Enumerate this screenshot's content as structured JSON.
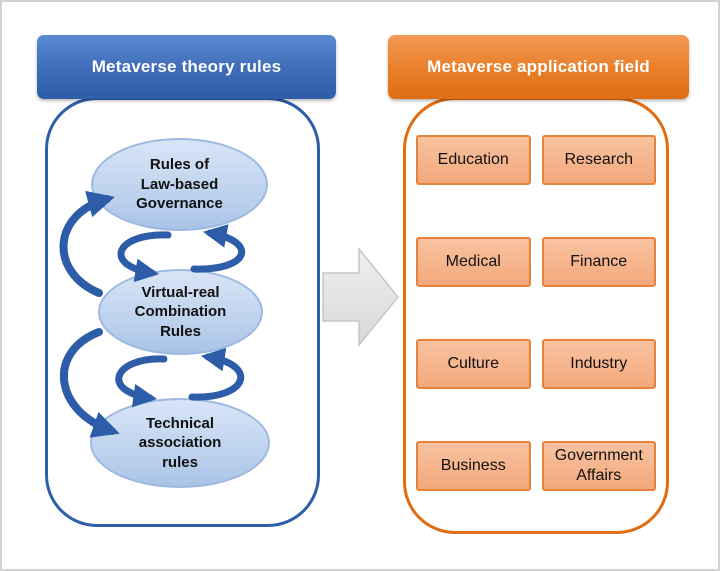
{
  "left": {
    "title": "Metaverse theory rules",
    "nodes": [
      {
        "label": "Rules of\nLaw-based\nGovernance"
      },
      {
        "label": "Virtual-real\nCombination\nRules"
      },
      {
        "label": "Technical\nassociation\nrules"
      }
    ]
  },
  "right": {
    "title": "Metaverse application field",
    "fields": [
      "Education",
      "Research",
      "Medical",
      "Finance",
      "Culture",
      "Industry",
      "Business",
      "Government\nAffairs"
    ]
  },
  "colors": {
    "theory_accent": "#2e5fa8",
    "application_accent": "#e06d14",
    "node_fill": "#bcd1ee",
    "field_fill": "#f5b28c",
    "arrow_color": "#2d5ca8",
    "flow_arrow_fill": "#e3e3e1"
  }
}
